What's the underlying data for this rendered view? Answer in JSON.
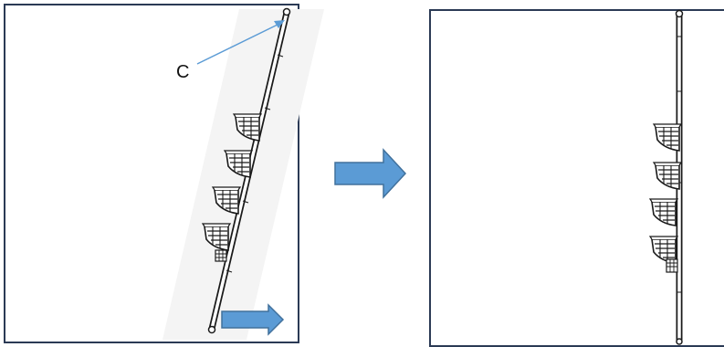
{
  "labels": {
    "pole_top_label": "C"
  },
  "colors": {
    "frame": "#2b3a55",
    "arrow_fill": "#5b9bd5",
    "arrow_stroke": "#41719c",
    "pointer_line": "#5b9bd5",
    "ink": "#1a1a1a"
  },
  "icons": {
    "transition_arrow": "right-block-arrow-icon",
    "push_arrow": "right-block-arrow-icon",
    "basket": "corner-basket-icon"
  },
  "scene": {
    "left_state": "tilted-pole",
    "right_state": "upright-pole",
    "basket_count": 4
  }
}
